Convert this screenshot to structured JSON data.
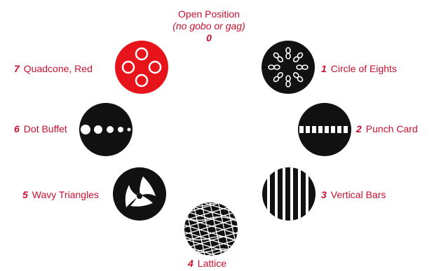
{
  "open": {
    "title": "Open Position",
    "subtitle": "(no gobo or gag)",
    "number": "0"
  },
  "gobos": [
    {
      "number": "1",
      "name": "Circle of Eights"
    },
    {
      "number": "2",
      "name": "Punch Card"
    },
    {
      "number": "3",
      "name": "Vertical Bars"
    },
    {
      "number": "4",
      "name": "Lattice"
    },
    {
      "number": "5",
      "name": "Wavy Triangles"
    },
    {
      "number": "6",
      "name": "Dot Buffet"
    },
    {
      "number": "7",
      "name": "Quadcone, Red"
    }
  ],
  "colors": {
    "label": "#c8102e",
    "gobo": "#111111",
    "red_gel": "#e8141c"
  }
}
